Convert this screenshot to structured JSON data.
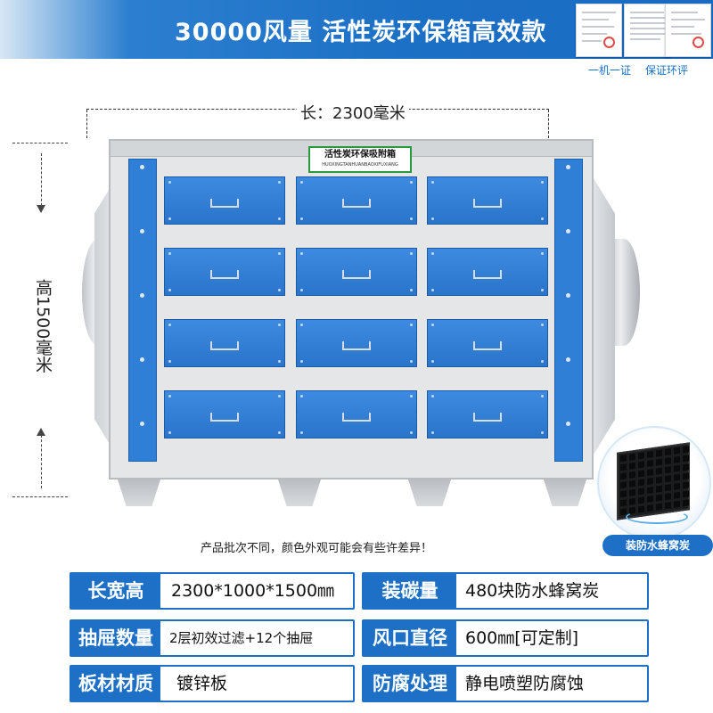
{
  "header": {
    "title": "30000风量 活性炭环保箱高效款",
    "cert_caption_1": "一机一证",
    "cert_caption_2": "保证环评"
  },
  "dimensions": {
    "length_label": "长：2300毫米",
    "height_label": "高1500毫米"
  },
  "machine": {
    "plate_title": "活性炭环保吸附箱",
    "plate_pinyin": "HUOXINGTANHUANBAOXIFUXIANG"
  },
  "honeycomb_badge": "装防水蜂窝炭",
  "note": "产品批次不同，颜色外观可能会有些许差异！",
  "specs": [
    {
      "label": "长宽高",
      "value": "2300*1000*1500㎜"
    },
    {
      "label": "装碳量",
      "value": "480块防水蜂窝炭"
    },
    {
      "label": "抽屉数量",
      "value": "2层初效过滤+12个抽屉"
    },
    {
      "label": "风口直径",
      "value": "600㎜[可定制]"
    },
    {
      "label": "板材材质",
      "value": "镀锌板"
    },
    {
      "label": "防腐处理",
      "value": "静电喷塑防腐蚀"
    }
  ],
  "colors": {
    "brand_blue": "#1e6fc6",
    "drawer_blue": "#2f7fd6",
    "plate_green": "#2b9a3e"
  }
}
